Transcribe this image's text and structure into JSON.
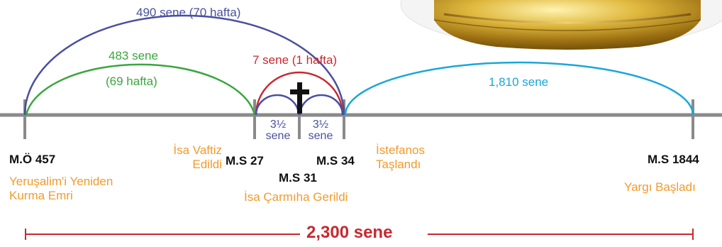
{
  "arcs": {
    "span_490": "490 sene (70 hafta)",
    "span_483_line1": "483 sene",
    "span_483_line2": "(69 hafta)",
    "span_7": "7 sene (1 hafta)",
    "half_left": [
      "3½",
      "sene"
    ],
    "half_right": [
      "3½",
      "sene"
    ],
    "span_1810": "1,810 sene"
  },
  "dates": {
    "bc457": "M.Ö 457",
    "ad27": "M.S 27",
    "ad31": "M.S 31",
    "ad34": "M.S 34",
    "ad1844": "M.S 1844"
  },
  "events": {
    "bc457": [
      "Yeruşalim'i Yeniden",
      "Kurma Emri"
    ],
    "ad27": [
      "İsa Vaftiz",
      "Edildi"
    ],
    "ad31": "İsa Çarmıha Gerildi",
    "ad34": [
      "İstefanos",
      "Taşlandı"
    ],
    "ad1844": "Yargı Başladı"
  },
  "total": "2,300 sene",
  "colors": {
    "arc_490": "#4a4fa0",
    "arc_483": "#3aa63f",
    "arc_7": "#c8292f",
    "arc_1810": "#1aa7d8",
    "timeline": "#8a8a8a",
    "event_text": "#f39a2b",
    "total": "#c8292f"
  },
  "icons": {
    "cross": "cross-icon",
    "decoration": "golden-object-image"
  }
}
